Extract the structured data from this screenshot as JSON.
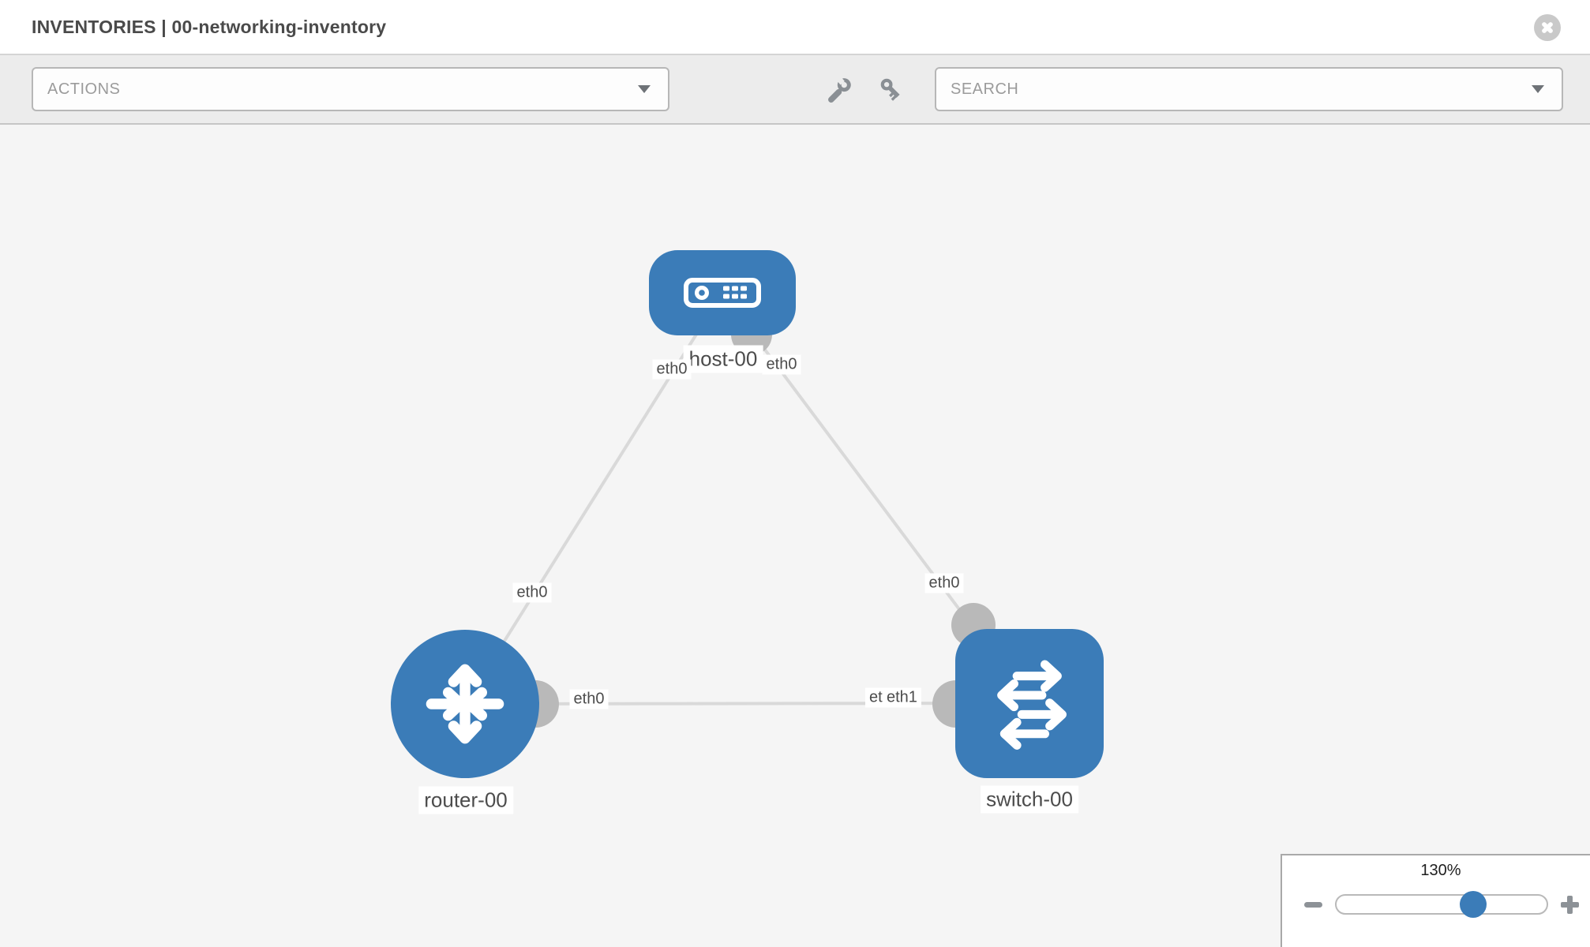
{
  "header": {
    "title": "INVENTORIES | 00-networking-inventory"
  },
  "toolbar": {
    "actions_label": "ACTIONS",
    "search_label": "SEARCH"
  },
  "graph": {
    "nodes": [
      {
        "label": "host-00",
        "type": "host"
      },
      {
        "label": "router-00",
        "type": "router"
      },
      {
        "label": "switch-00",
        "type": "switch"
      }
    ],
    "links": [
      {
        "source": "host-00",
        "source_interface": "eth0",
        "target": "router-00",
        "target_interface": "eth0"
      },
      {
        "source": "host-00",
        "source_interface": "eth0",
        "target": "switch-00",
        "target_interface": "eth0"
      },
      {
        "source": "router-00",
        "source_interface": "eth0",
        "target": "switch-00",
        "target_interface": "eth1"
      }
    ],
    "interface_labels": {
      "host_left": "eth0",
      "host_right": "eth0",
      "router_top": "eth0",
      "router_right": "eth0",
      "switch_top": "eth0",
      "switch_left_under": "eth0",
      "switch_left_over": "eth1"
    }
  },
  "zoom_control": {
    "level": "130%"
  },
  "colors": {
    "node_blue": "#3b7cb8",
    "link_gray": "#d9d9d9",
    "interface_gray": "#b9b9b9",
    "canvas_bg": "#f5f5f5",
    "toolbar_bg": "#ececec"
  }
}
